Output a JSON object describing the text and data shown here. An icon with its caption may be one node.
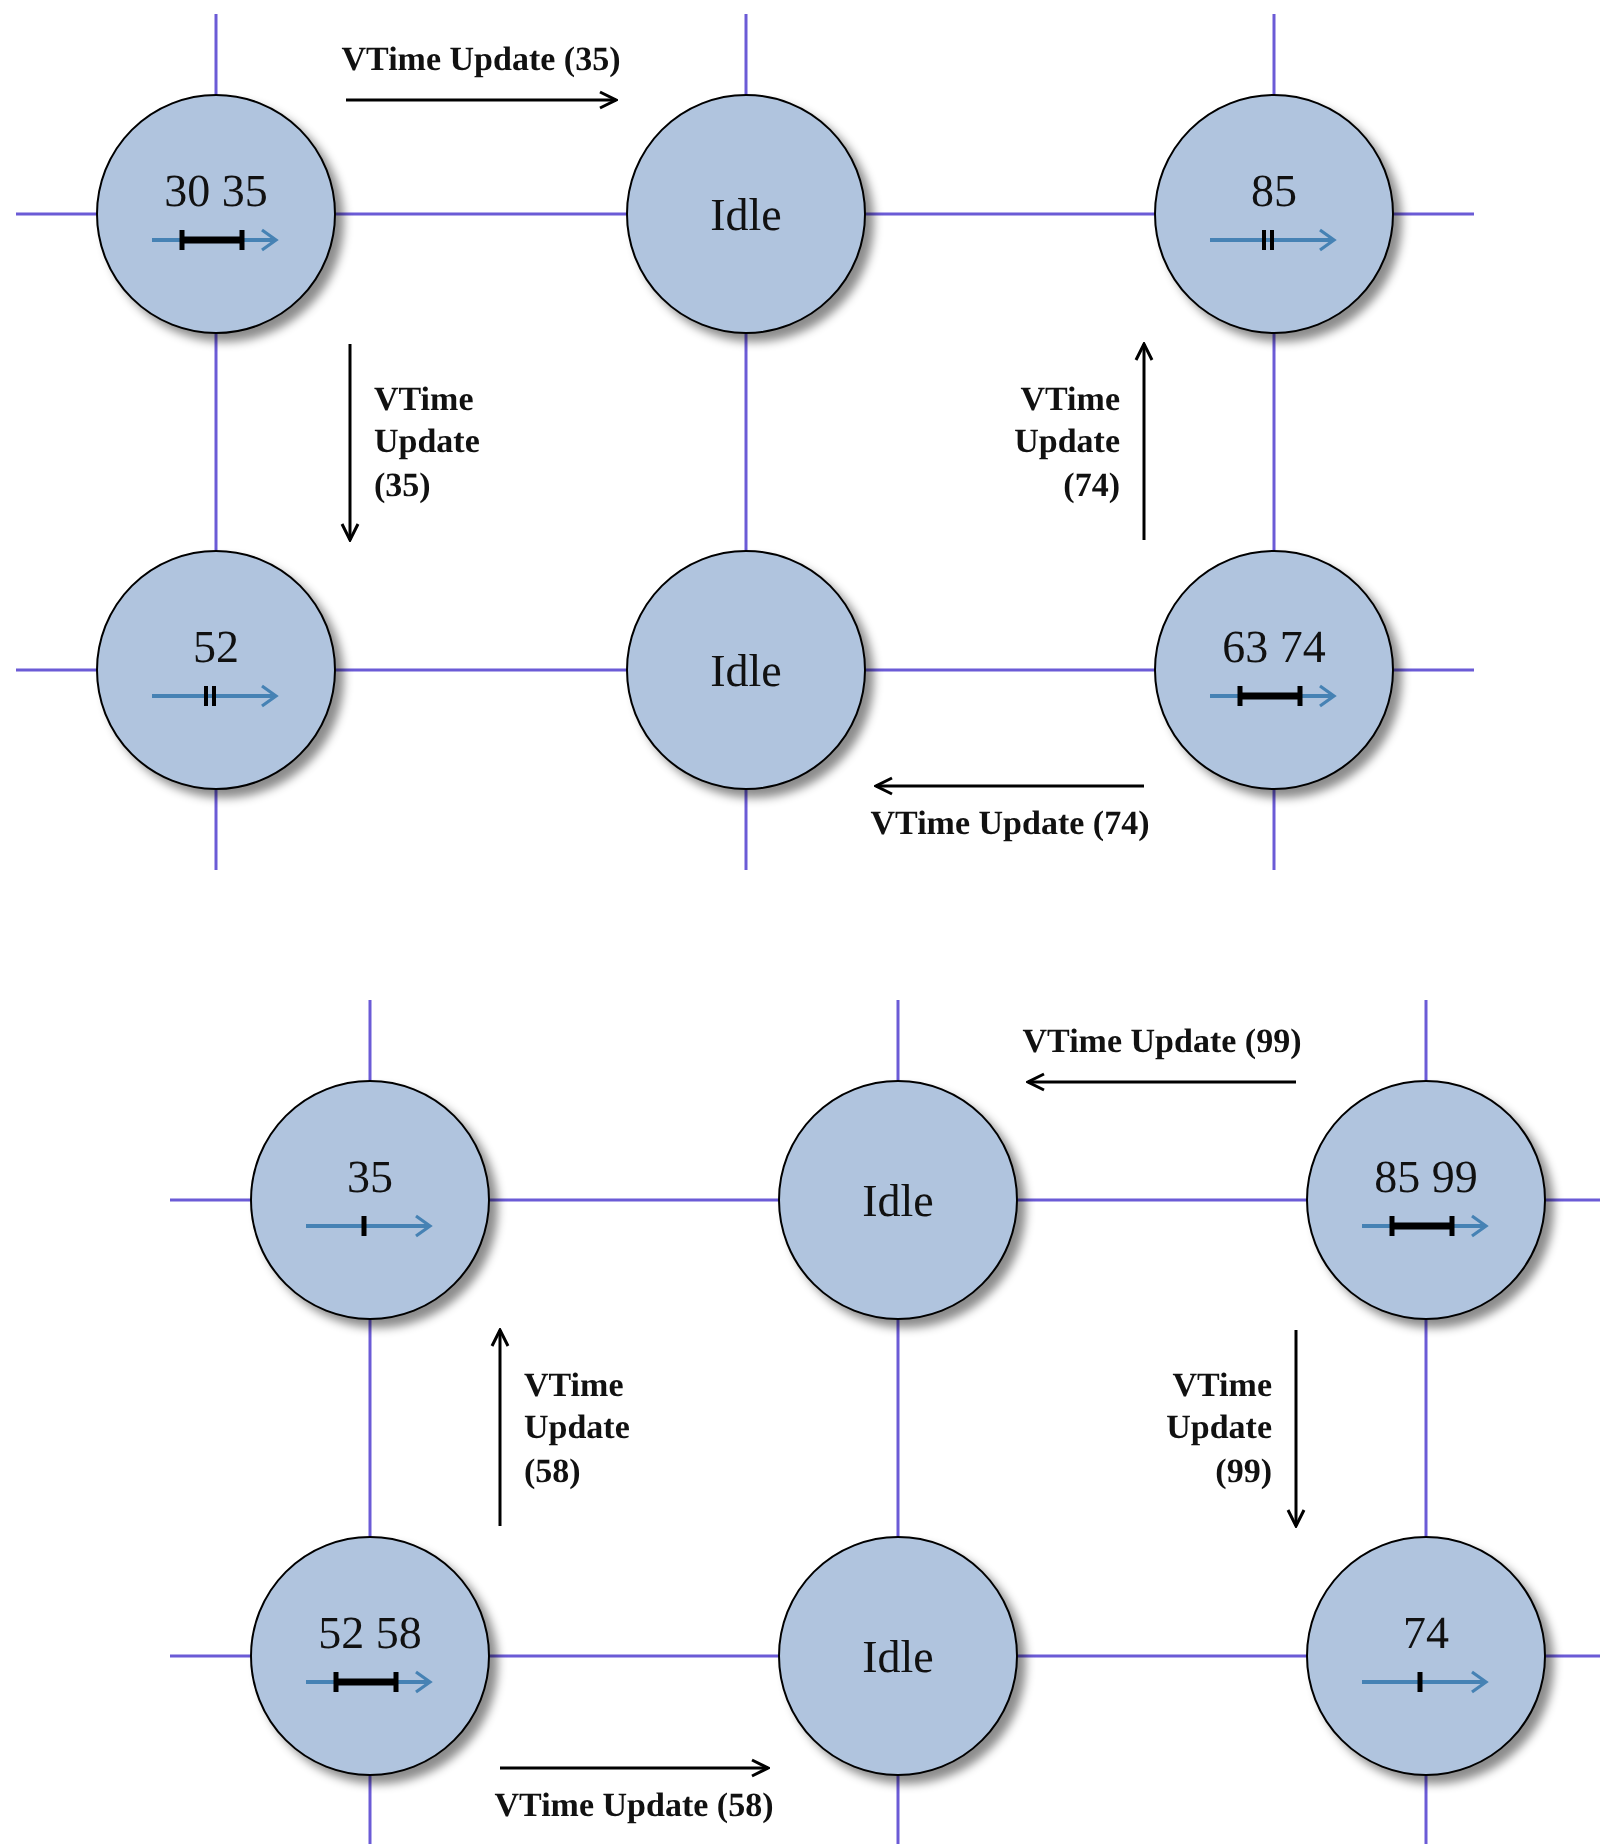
{
  "diagram": {
    "nodes": [
      {
        "text": [
          "30 35"
        ]
      },
      {
        "text": [
          "Idle"
        ]
      },
      {
        "text": [
          "85"
        ]
      },
      {
        "text": [
          "52"
        ]
      },
      {
        "text": [
          "Idle"
        ]
      },
      {
        "text": [
          "63 74"
        ]
      },
      {
        "text": [
          "35"
        ]
      },
      {
        "text": [
          "Idle"
        ]
      },
      {
        "text": [
          "85 99"
        ]
      },
      {
        "text": [
          "52 58"
        ]
      },
      {
        "text": [
          "Idle"
        ]
      },
      {
        "text": [
          "74"
        ]
      }
    ],
    "edges": [
      {
        "from": 0,
        "to": 1,
        "arrow": "to",
        "label": "VTime Update (35)",
        "color": "#000000"
      },
      {
        "from": 0,
        "to": 3,
        "arrow": "to",
        "label": "VTime Update (35)",
        "color": "#000000"
      },
      {
        "from": 5,
        "to": 2,
        "arrow": "to",
        "label": "VTime Update (74)",
        "color": "#000000"
      },
      {
        "from": 5,
        "to": 4,
        "arrow": "to",
        "label": "VTime Update (74)",
        "color": "#000000"
      },
      {
        "from": 8,
        "to": 7,
        "arrow": "to",
        "label": "VTime Update (99)",
        "color": "#000000"
      },
      {
        "from": 8,
        "to": 11,
        "arrow": "to",
        "label": "VTime Update (99)",
        "color": "#000000"
      },
      {
        "from": 9,
        "to": 6,
        "arrow": "to",
        "label": "VTime Update (58)",
        "color": "#000000"
      },
      {
        "from": 9,
        "to": 10,
        "arrow": "to",
        "label": "VTime Update (58)",
        "color": "#000000"
      },
      {
        "from": 0,
        "to": 1,
        "arrow": "none"
      },
      {
        "from": 1,
        "to": 2,
        "arrow": "none"
      },
      {
        "from": 3,
        "to": 4,
        "arrow": "none"
      },
      {
        "from": 4,
        "to": 5,
        "arrow": "none"
      },
      {
        "from": 0,
        "to": 3,
        "arrow": "none"
      },
      {
        "from": 1,
        "to": 4,
        "arrow": "none"
      },
      {
        "from": 2,
        "to": 5,
        "arrow": "none"
      },
      {
        "from": 6,
        "to": 7,
        "arrow": "none"
      },
      {
        "from": 7,
        "to": 8,
        "arrow": "none"
      },
      {
        "from": 9,
        "to": 10,
        "arrow": "none"
      },
      {
        "from": 10,
        "to": 11,
        "arrow": "none"
      },
      {
        "from": 6,
        "to": 9,
        "arrow": "none"
      },
      {
        "from": 7,
        "to": 10,
        "arrow": "none"
      },
      {
        "from": 8,
        "to": 11,
        "arrow": "none"
      },
      {
        "from": 0,
        "to": null,
        "arrow": "none"
      },
      {
        "from": 0,
        "to": null,
        "arrow": "none"
      },
      {
        "from": 1,
        "to": null,
        "arrow": "none"
      },
      {
        "from": 2,
        "to": null,
        "arrow": "none"
      },
      {
        "from": 2,
        "to": null,
        "arrow": "none"
      },
      {
        "from": 3,
        "to": null,
        "arrow": "none"
      },
      {
        "from": 3,
        "to": null,
        "arrow": "none"
      },
      {
        "from": 4,
        "to": null,
        "arrow": "none"
      },
      {
        "from": 5,
        "to": null,
        "arrow": "none"
      },
      {
        "from": 5,
        "to": null,
        "arrow": "none"
      },
      {
        "from": 6,
        "to": null,
        "arrow": "none"
      },
      {
        "from": 6,
        "to": null,
        "arrow": "none"
      },
      {
        "from": 7,
        "to": null,
        "arrow": "none"
      },
      {
        "from": 8,
        "to": null,
        "arrow": "none"
      },
      {
        "from": 8,
        "to": null,
        "arrow": "none"
      },
      {
        "from": 9,
        "to": null,
        "arrow": "none"
      },
      {
        "from": 9,
        "to": null,
        "arrow": "none"
      },
      {
        "from": 10,
        "to": null,
        "arrow": "none"
      },
      {
        "from": 11,
        "to": null,
        "arrow": "none"
      },
      {
        "from": 11,
        "to": null,
        "arrow": "none"
      }
    ]
  }
}
